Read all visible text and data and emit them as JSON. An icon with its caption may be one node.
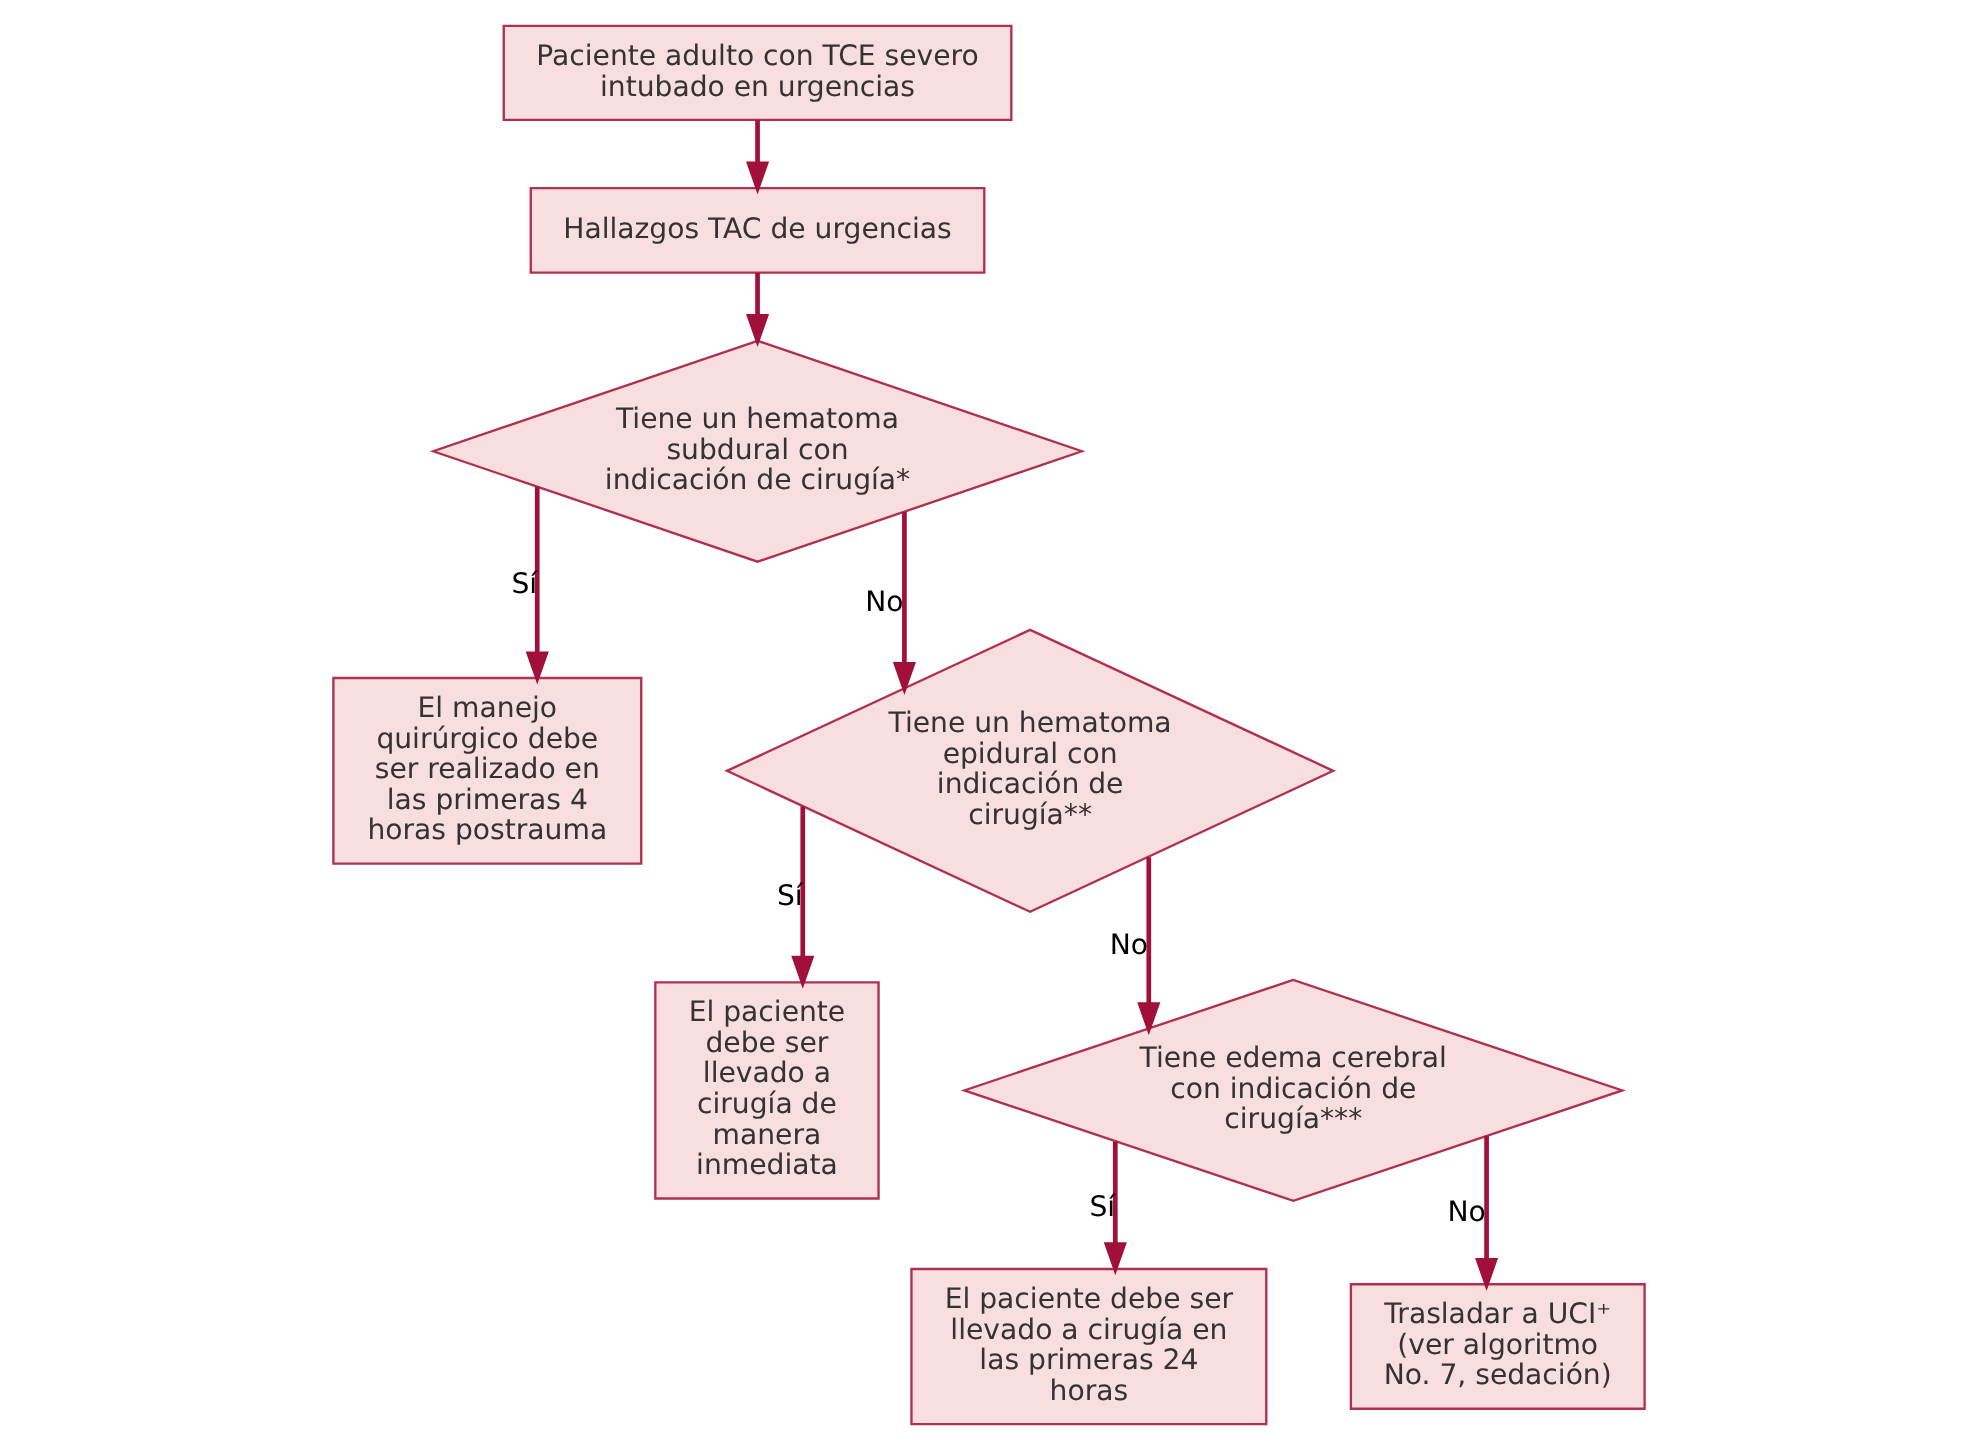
{
  "diagram": {
    "nodes": [
      {
        "text": [
          "Paciente adulto con TCE severo intubado en urgencias"
        ]
      },
      {
        "text": [
          "Hallazgos TAC de urgencias"
        ]
      },
      {
        "text": [
          "Tiene un hematoma subdural con indicación de cirugía*"
        ]
      },
      {
        "text": [
          "El manejo quirúrgico debe ser realizado en las primeras 4 horas postrauma"
        ]
      },
      {
        "text": [
          "Tiene un hematoma epidural con indicación de cirugía**"
        ]
      },
      {
        "text": [
          "El paciente debe ser llevado a cirugía de manera inmediata"
        ]
      },
      {
        "text": [
          "Tiene edema cerebral con indicación de cirugía***"
        ]
      },
      {
        "text": [
          "El paciente debe ser llevado a cirugía en las primeras 24 horas"
        ]
      },
      {
        "text": [
          "Trasladar a UCI⁺ (ver algoritmo No. 7, sedación)"
        ]
      }
    ],
    "edges": [
      {
        "from": 0,
        "to": 1,
        "arrow": "to"
      },
      {
        "from": 1,
        "to": 2,
        "arrow": "to"
      },
      {
        "from": 2,
        "to": 3,
        "label": "Sí",
        "arrow": "to"
      },
      {
        "from": 2,
        "to": 4,
        "label": "No",
        "arrow": "to"
      },
      {
        "from": 4,
        "to": 5,
        "label": "Sí",
        "arrow": "to"
      },
      {
        "from": 4,
        "to": 6,
        "label": "No",
        "arrow": "to"
      },
      {
        "from": 6,
        "to": 7,
        "label": "Sí",
        "arrow": "to"
      },
      {
        "from": 6,
        "to": 8,
        "label": "No",
        "arrow": "to"
      }
    ]
  }
}
